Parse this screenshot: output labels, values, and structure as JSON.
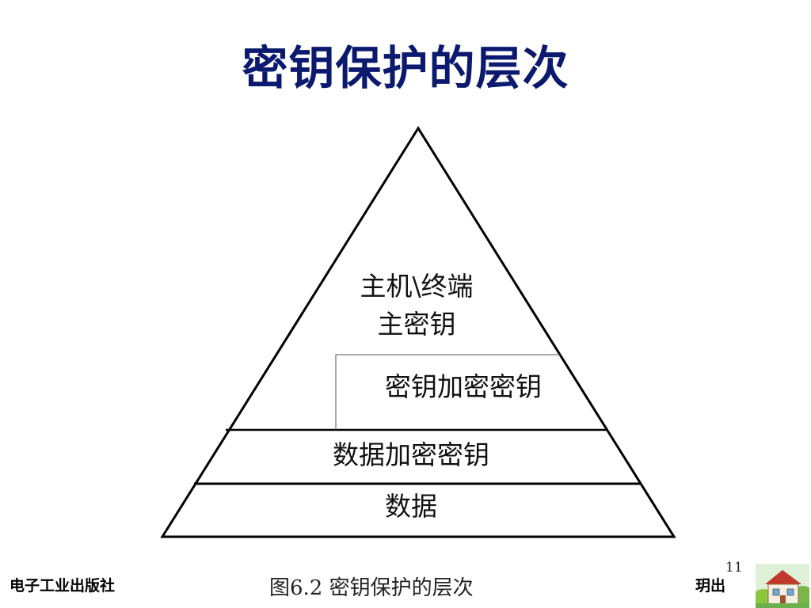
{
  "slide": {
    "title": "密钥保护的层次"
  },
  "diagram": {
    "levels": [
      {
        "id": "master-key",
        "lines": [
          "主机\\终端",
          "主密钥"
        ]
      },
      {
        "id": "key-encrypting-key",
        "label": "密钥加密密钥"
      },
      {
        "id": "data-encrypting-key",
        "label": "数据加密密钥"
      },
      {
        "id": "data",
        "label": "数据"
      }
    ],
    "caption": "图6.2  密钥保护的层次"
  },
  "footer": {
    "publisher_left": "电子工业出版社",
    "publisher_right": "玥出",
    "page_number": "11"
  }
}
